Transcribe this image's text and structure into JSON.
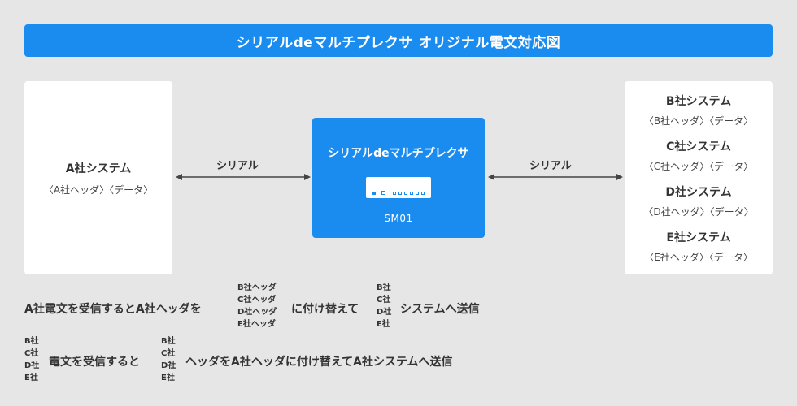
{
  "title": "シリアルdeマルチプレクサ オリジナル電文対応図",
  "left_system": {
    "name": "A社システム",
    "sub": "〈A社ヘッダ〉〈データ〉"
  },
  "left_link": "シリアル",
  "right_link": "シリアル",
  "mux": {
    "name": "シリアルdeマルチプレクサ",
    "model": "SM01"
  },
  "right_systems": [
    {
      "name": "B社システム",
      "sub": "〈B社ヘッダ〉〈データ〉"
    },
    {
      "name": "C社システム",
      "sub": "〈C社ヘッダ〉〈データ〉"
    },
    {
      "name": "D社システム",
      "sub": "〈D社ヘッダ〉〈データ〉"
    },
    {
      "name": "E社システム",
      "sub": "〈E社ヘッダ〉〈データ〉"
    }
  ],
  "line1": {
    "part1": "A社電文を受信するとA社ヘッダを",
    "headers": [
      "B社ヘッダ",
      "C社ヘッダ",
      "D社ヘッダ",
      "E社ヘッダ"
    ],
    "part2": "に付け替えて",
    "companies": [
      "B社",
      "C社",
      "D社",
      "E社"
    ],
    "part3": "システムへ送信"
  },
  "line2": {
    "companies_a": [
      "B社",
      "C社",
      "D社",
      "E社"
    ],
    "part1": "電文を受信すると",
    "companies_b": [
      "B社",
      "C社",
      "D社",
      "E社"
    ],
    "part2": "ヘッダをA社ヘッダに付け替えてA社システムへ送信"
  },
  "colors": {
    "accent": "#1a8cf0",
    "background": "#e6e6e6",
    "text": "#333333"
  }
}
